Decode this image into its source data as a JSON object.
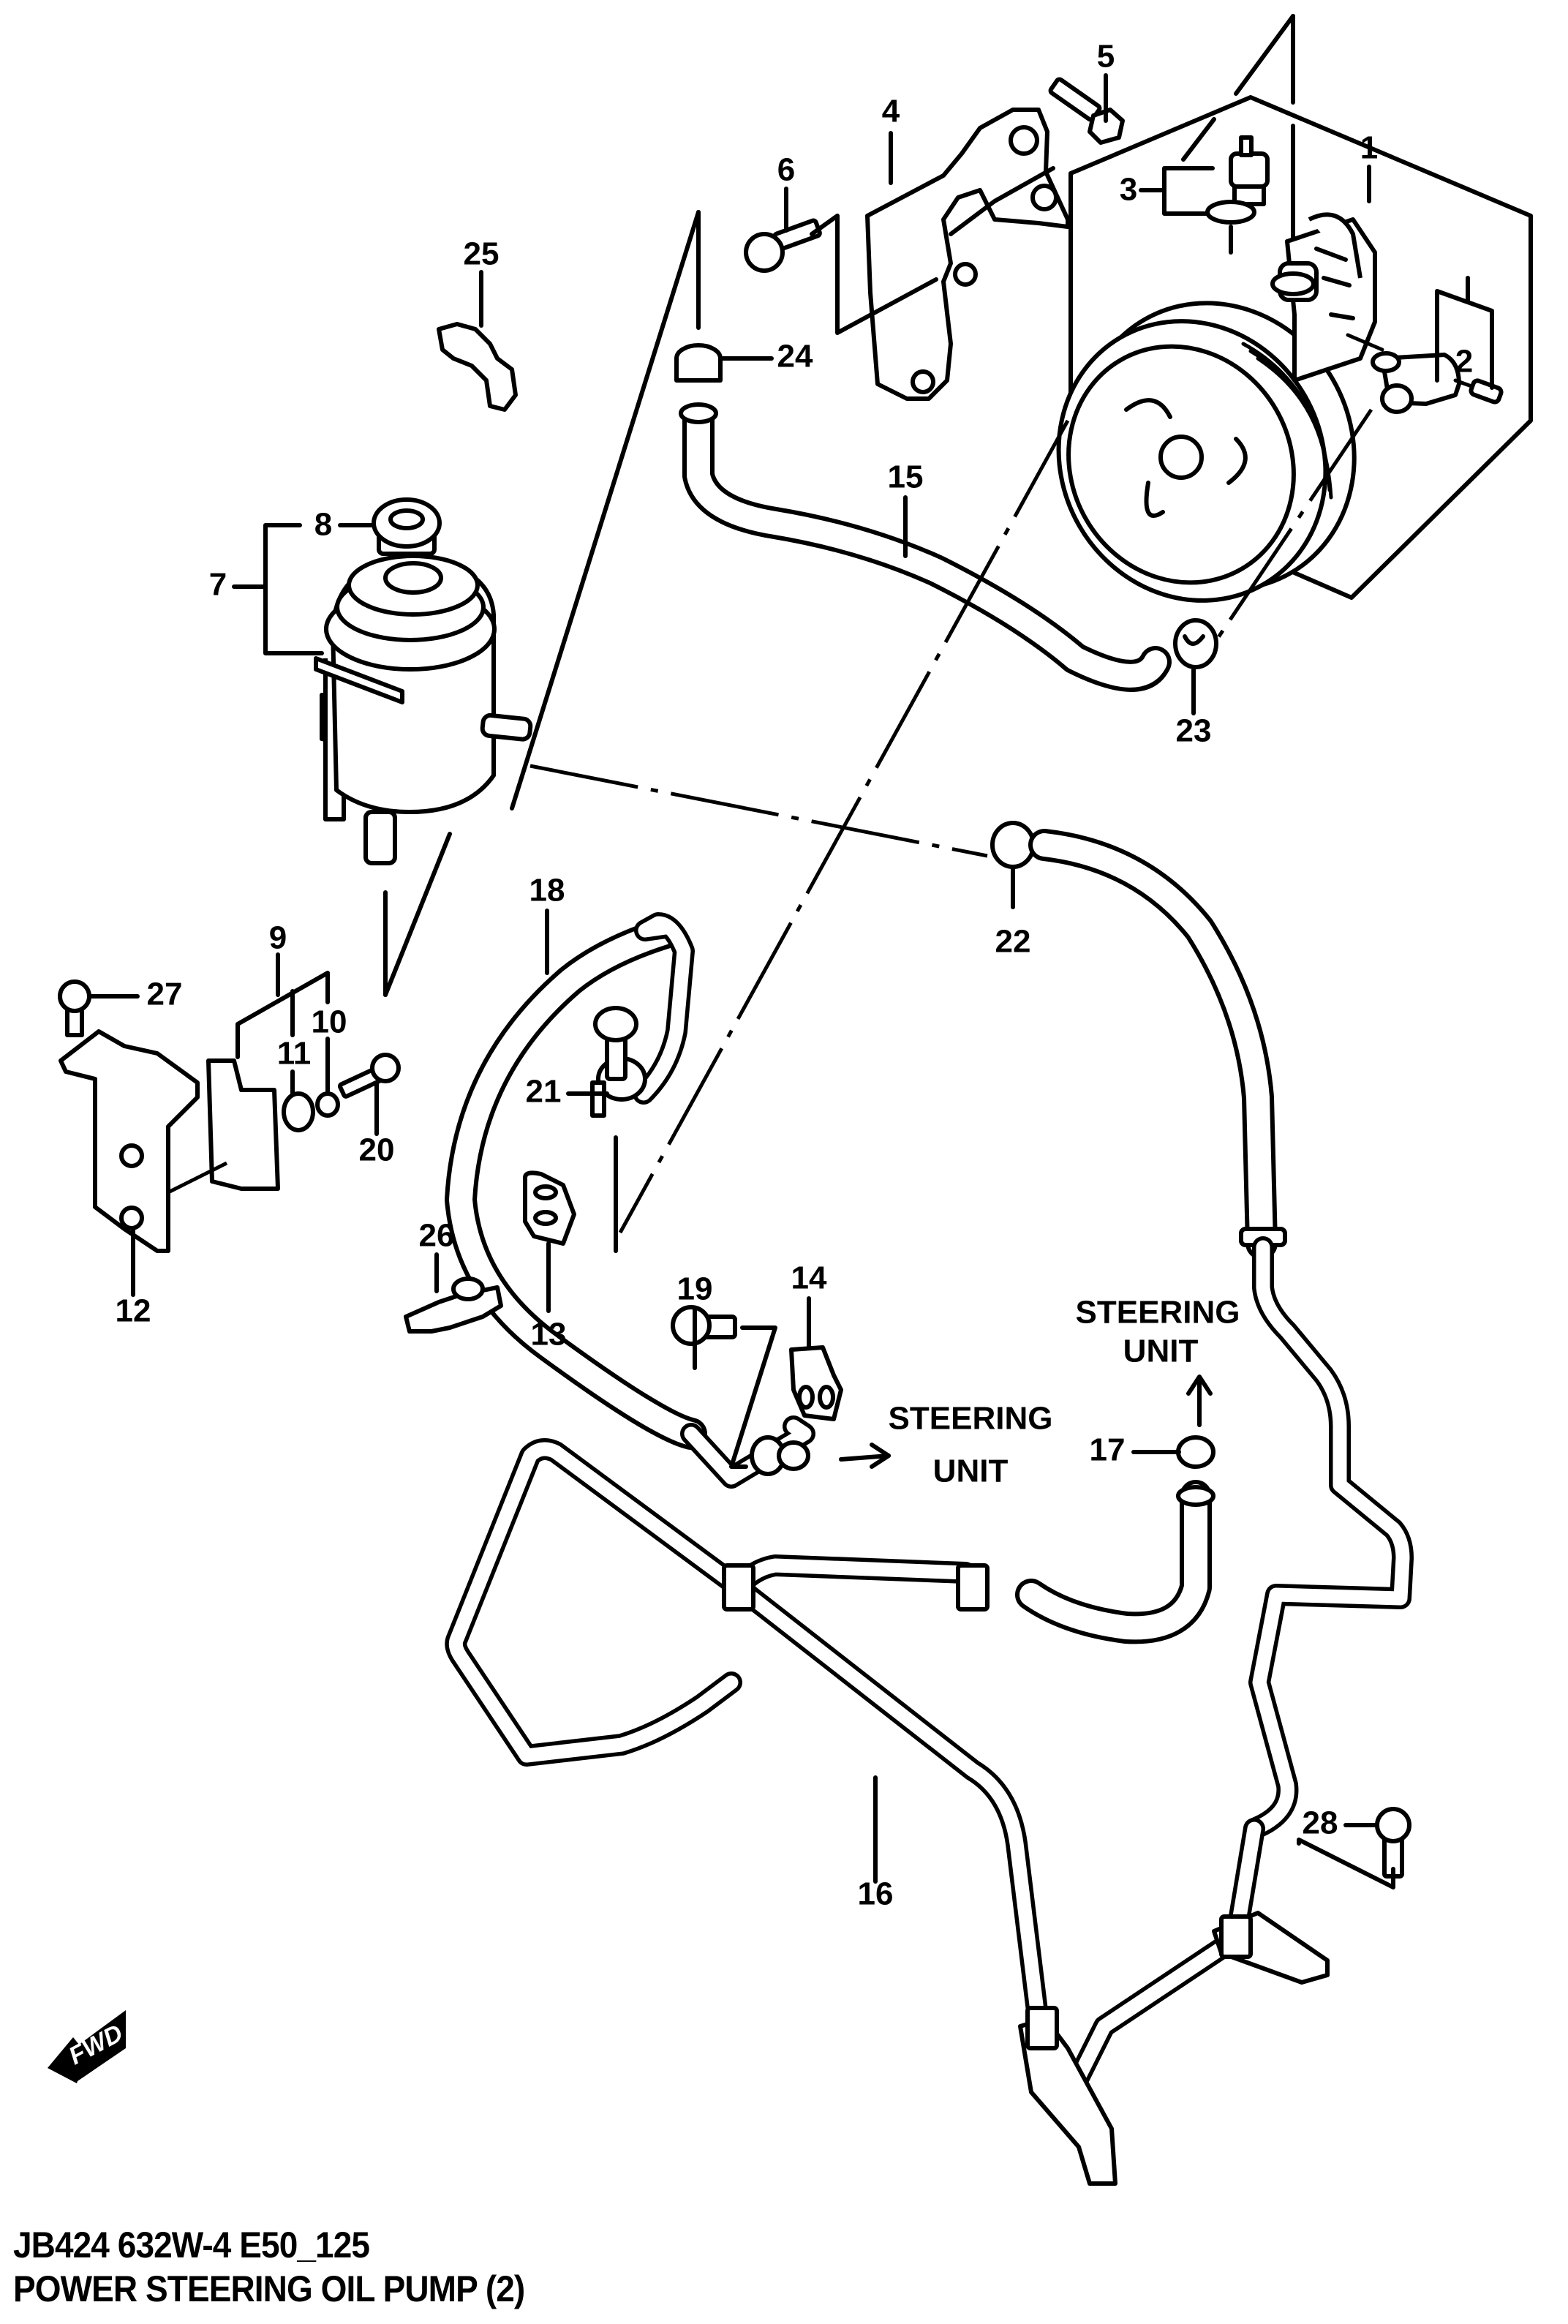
{
  "diagram": {
    "title": "POWER STEERING OIL PUMP (2)",
    "reference_code": "JB424 632W-4 E50_125",
    "direction_indicator": "FWD",
    "notes": {
      "steering_unit_left": [
        "STEERING",
        "UNIT"
      ],
      "steering_unit_right": [
        "STEERING",
        "UNIT"
      ]
    },
    "callouts": [
      {
        "id": "1",
        "part": "power-steering-pump-assembly"
      },
      {
        "id": "2",
        "part": "pump-outlet-fitting-kit"
      },
      {
        "id": "3",
        "part": "pressure-switch-and-o-ring"
      },
      {
        "id": "4",
        "part": "pump-bracket"
      },
      {
        "id": "5",
        "part": "bracket-bolt"
      },
      {
        "id": "6",
        "part": "bracket-bolt"
      },
      {
        "id": "7",
        "part": "oil-reservoir-assembly"
      },
      {
        "id": "8",
        "part": "reservoir-cap"
      },
      {
        "id": "9",
        "part": "reservoir-bracket-kit"
      },
      {
        "id": "10",
        "part": "collar"
      },
      {
        "id": "11",
        "part": "cushion"
      },
      {
        "id": "12",
        "part": "reservoir-mount-bracket"
      },
      {
        "id": "13",
        "part": "hose-clamp-bracket"
      },
      {
        "id": "14",
        "part": "pipe-clamp-bracket"
      },
      {
        "id": "15",
        "part": "suction-hose"
      },
      {
        "id": "16",
        "part": "return-pipe"
      },
      {
        "id": "17",
        "part": "hose-clamp"
      },
      {
        "id": "18",
        "part": "pressure-hose"
      },
      {
        "id": "19",
        "part": "union-bolt"
      },
      {
        "id": "20",
        "part": "bolt"
      },
      {
        "id": "21",
        "part": "bolt"
      },
      {
        "id": "22",
        "part": "hose-clamp"
      },
      {
        "id": "23",
        "part": "hose-clamp"
      },
      {
        "id": "24",
        "part": "hose-clamp"
      },
      {
        "id": "25",
        "part": "hose-clip"
      },
      {
        "id": "26",
        "part": "pipe-clip"
      },
      {
        "id": "27",
        "part": "bolt"
      },
      {
        "id": "28",
        "part": "bolt"
      }
    ]
  }
}
